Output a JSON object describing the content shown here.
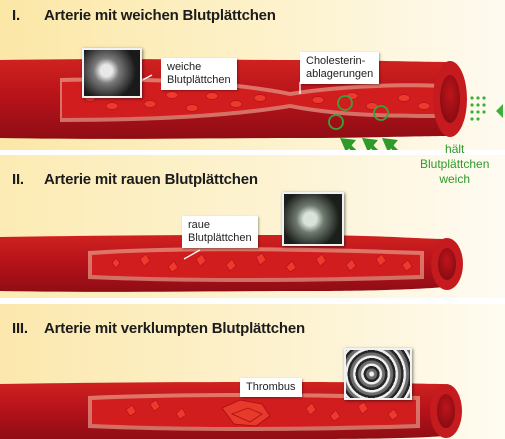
{
  "panels": [
    {
      "number": "I.",
      "title": "Arterie mit weichen Blutplättchen",
      "callouts": {
        "platelets": "weiche\nBlutplättchen",
        "cholesterol": "Cholesterin-\nablagerungen"
      },
      "side_note": "hält\nBlutplättchen\nweich"
    },
    {
      "number": "II.",
      "title": "Arterie mit rauen Blutplättchen",
      "callouts": {
        "platelets": "raue\nBlutplättchen"
      }
    },
    {
      "number": "III.",
      "title": "Arterie mit verklumpten Blutplättchen",
      "callouts": {
        "thrombus": "Thrombus"
      }
    }
  ],
  "colors": {
    "artery_outer": "#c0161d",
    "artery_inner": "#e4231f",
    "lumen": "#b8131a",
    "cell": "#f0392c",
    "green": "#2e9a2a"
  },
  "icons": [
    "green-arrow-icon",
    "green-dots-icon"
  ]
}
